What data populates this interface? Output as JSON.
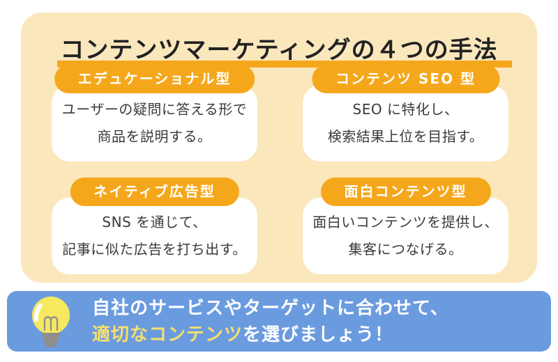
{
  "title": {
    "text": "コンテンツマーケティングの４つの手法"
  },
  "cards": [
    {
      "label": "エデュケーショナル型",
      "lines": [
        "ユーザーの疑問に答える形で",
        "商品を説明する。"
      ]
    },
    {
      "label": "コンテンツ SEO 型",
      "lines": [
        "SEO に特化し、",
        "検索結果上位を目指す。"
      ]
    },
    {
      "label": "ネイティブ広告型",
      "lines": [
        "SNS を通じて、",
        "記事に似た広告を打ち出す。"
      ]
    },
    {
      "label": "面白コンテンツ型",
      "lines": [
        "面白いコンテンツを提供し、",
        "集客につなげる。"
      ]
    }
  ],
  "banner": {
    "icon": "lightbulb-icon",
    "line1": "自社のサービスやターゲットに合わせて、",
    "line2_highlight": "適切なコンテンツ",
    "line2_rest": "を選びましょう！"
  },
  "colors": {
    "cream": "#FAE7BC",
    "accent": "#F5A71B",
    "blue": "#6B9BDF",
    "yellow": "#F7DF6F",
    "ink": "#222222",
    "body_text": "#3A3A3A",
    "card_bg": "#FFFFFF",
    "bulb_yellow": "#F6E960",
    "bulb_gray": "#8E8E8E"
  }
}
